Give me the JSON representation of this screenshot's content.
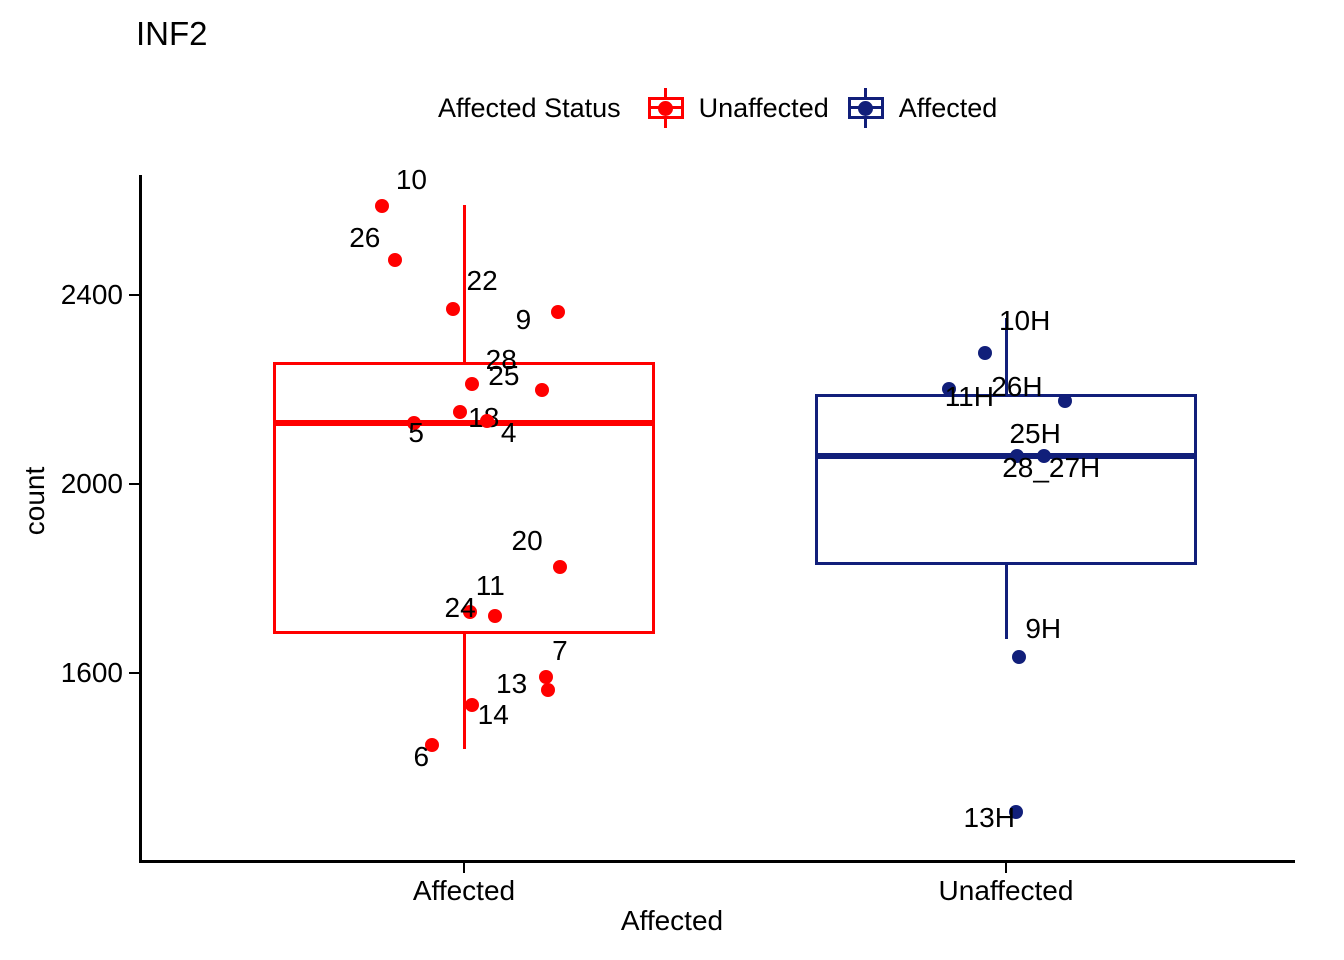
{
  "title": "INF2",
  "legend": {
    "title": "Affected Status",
    "items": [
      {
        "label": "Unaffected",
        "color": "#FF0000",
        "key": "boxplot-key"
      },
      {
        "label": "Affected",
        "color": "#111F7A",
        "key": "boxplot-key"
      }
    ]
  },
  "axes": {
    "y_title": "count",
    "x_title": "Affected",
    "y_ticks": [
      "1600",
      "2000",
      "2400"
    ],
    "x_ticks": [
      "Affected",
      "Unaffected"
    ]
  },
  "chart_data": {
    "type": "box",
    "title": "INF2",
    "xlabel": "Affected",
    "ylabel": "count",
    "ylim": [
      1290,
      2640
    ],
    "yticks": [
      1600,
      2000,
      2400
    ],
    "grid": false,
    "legend_position": "top",
    "legend_title": "Affected Status",
    "categories": [
      "Affected",
      "Unaffected"
    ],
    "series": [
      {
        "name": "Unaffected",
        "category": "Affected",
        "color": "#FF0000",
        "box": {
          "q1": 1682,
          "median": 2130,
          "q3": 2258,
          "whisker_low": 1440,
          "whisker_high": 2590
        },
        "points": [
          {
            "label": "10",
            "value": 2588,
            "x_offset": -0.215
          },
          {
            "label": "26",
            "value": 2474,
            "x_offset": -0.18
          },
          {
            "label": "22",
            "value": 2370,
            "x_offset": -0.03
          },
          {
            "label": "9",
            "value": 2365,
            "x_offset": 0.245
          },
          {
            "label": "28",
            "value": 2212,
            "x_offset": 0.02
          },
          {
            "label": "25",
            "value": 2200,
            "x_offset": 0.205
          },
          {
            "label": "18",
            "value": 2152,
            "x_offset": -0.01
          },
          {
            "label": "5",
            "value": 2130,
            "x_offset": -0.13
          },
          {
            "label": "4",
            "value": 2134,
            "x_offset": 0.06
          },
          {
            "label": "20",
            "value": 1825,
            "x_offset": 0.25
          },
          {
            "label": "11",
            "value": 1730,
            "x_offset": 0.015
          },
          {
            "label": "24",
            "value": 1720,
            "x_offset": 0.08
          },
          {
            "label": "7",
            "value": 1592,
            "x_offset": 0.215
          },
          {
            "label": "13",
            "value": 1565,
            "x_offset": 0.22
          },
          {
            "label": "14",
            "value": 1533,
            "x_offset": 0.02
          },
          {
            "label": "6",
            "value": 1447,
            "x_offset": -0.085
          }
        ]
      },
      {
        "name": "Affected",
        "category": "Unaffected",
        "color": "#111F7A",
        "box": {
          "q1": 1828,
          "median": 2060,
          "q3": 2190,
          "whisker_low": 1673,
          "whisker_high": 2352
        },
        "points": [
          {
            "label": "10H",
            "value": 2277,
            "x_offset": -0.055
          },
          {
            "label": "11H",
            "value": 2202,
            "x_offset": -0.15
          },
          {
            "label": "26H",
            "value": 2176,
            "x_offset": 0.155
          },
          {
            "label": "25H",
            "value": 2060,
            "x_offset": 0.03
          },
          {
            "label": "28_27H",
            "value": 2060,
            "x_offset": 0.1
          },
          {
            "label": "9H",
            "value": 1634,
            "x_offset": 0.035
          },
          {
            "label": "13H",
            "value": 1305,
            "x_offset": 0.025
          }
        ]
      }
    ]
  }
}
